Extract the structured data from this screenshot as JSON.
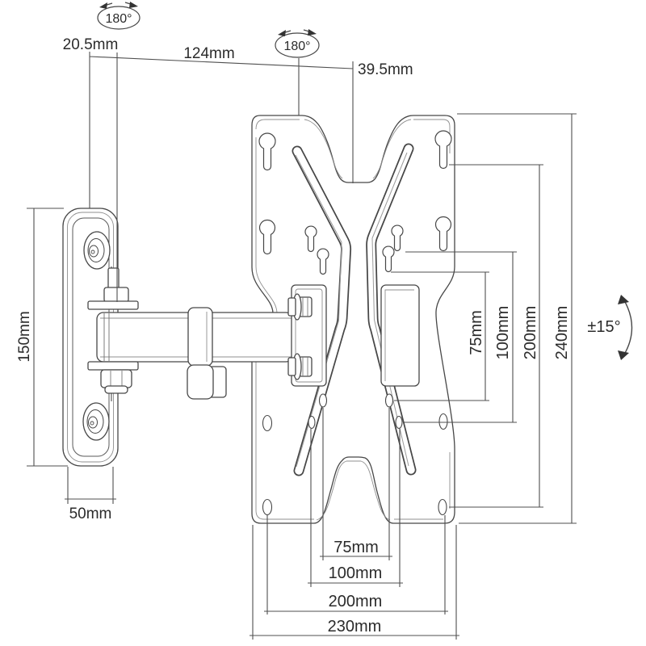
{
  "diagram": {
    "colors": {
      "background": "#ffffff",
      "line": "#474747",
      "thin_line": "#8f8f8f",
      "dimension_line": "#4f4f4f",
      "text": "#2b2b2b"
    },
    "annotations": {
      "swivel_left": "180°",
      "swivel_right": "180°",
      "tilt_range": "±15°"
    },
    "dimensions": {
      "wall_offset": "20.5mm",
      "arm_length": "124mm",
      "pivot_to_plate": "39.5mm",
      "wall_plate_height": "150mm",
      "wall_plate_width": "50mm",
      "vertical": {
        "d75": "75mm",
        "d100": "100mm",
        "d200": "200mm",
        "d240": "240mm"
      },
      "horizontal": {
        "d75": "75mm",
        "d100": "100mm",
        "d200": "200mm",
        "d230": "230mm"
      }
    }
  }
}
